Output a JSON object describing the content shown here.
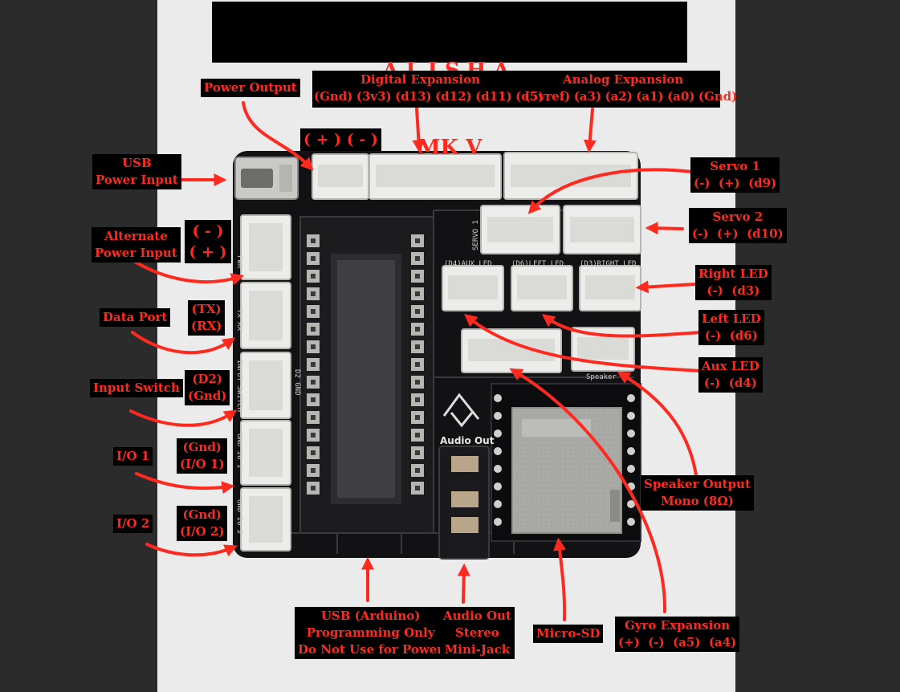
{
  "title": {
    "line1": "A.L.I.S.H.A.",
    "line2": "MK V"
  },
  "labels": {
    "power_output": "Power Output",
    "power_pins": "( + ) ( - )",
    "digital_expansion": "Digital Expansion",
    "digital_pins": "(Gnd)  (3v3)  (d13)  (d12)  (d11)  (d5)",
    "analog_expansion": "Analog Expansion",
    "analog_pins": "(5vref)  (a3)  (a2)  (a1)  (a0)  (Gnd)",
    "usb_power_input": "USB\nPower Input",
    "servo1": "Servo 1\n(-)  (+)  (d9)",
    "servo2": "Servo 2\n(-)  (+)  (d10)",
    "alt_power_input": "Alternate\nPower Input",
    "alt_power_pins": "( - )\n( + )",
    "right_led": "Right LED\n(-)  (d3)",
    "left_led": "Left LED\n(-)  (d6)",
    "data_port": "Data Port",
    "data_pins": "(TX)\n(RX)",
    "aux_led": "Aux LED\n(-)  (d4)",
    "input_switch": "Input Switch",
    "input_pins": "(D2)\n(Gnd)",
    "io1": "I/O 1",
    "io1_pins": "(Gnd)\n(I/O 1)",
    "io2": "I/O 2",
    "io2_pins": "(Gnd)\n(I/O 2)",
    "speaker_output": "Speaker Output\nMono (8Ω)",
    "usb_arduino": "USB (Arduino)\nProgramming Only\nDo Not Use for Power",
    "audio_out": "Audio Out\nStereo\nMini-Jack",
    "micro_sd": "Micro-SD",
    "gyro_expansion": "Gyro Expansion\n(+)  (-)  (a5)  (a4)"
  },
  "silkscreen": {
    "servo1": "SERVO 1",
    "aux_led": "(D4)AUX LED",
    "left_led": "(D6)LEFT LED",
    "right_led": "(D3)RIGHT LED",
    "pwr": "PWR",
    "tx_rx": "TX RX",
    "input_switch": "INPUT SWITCH",
    "io1": "GND IO 1",
    "io2": "GND IO 2",
    "d2_gnd": "D2  GND",
    "speaker": "Speaker",
    "audio_out": "Audio Out"
  },
  "colors": {
    "label_text": "#ff2a1f",
    "label_bg": "#000000",
    "arrow": "#ff2a1f",
    "board": "#121214",
    "connector": "#ececea",
    "paper": "#ebebeb",
    "backdrop": "#2b2b2b"
  }
}
